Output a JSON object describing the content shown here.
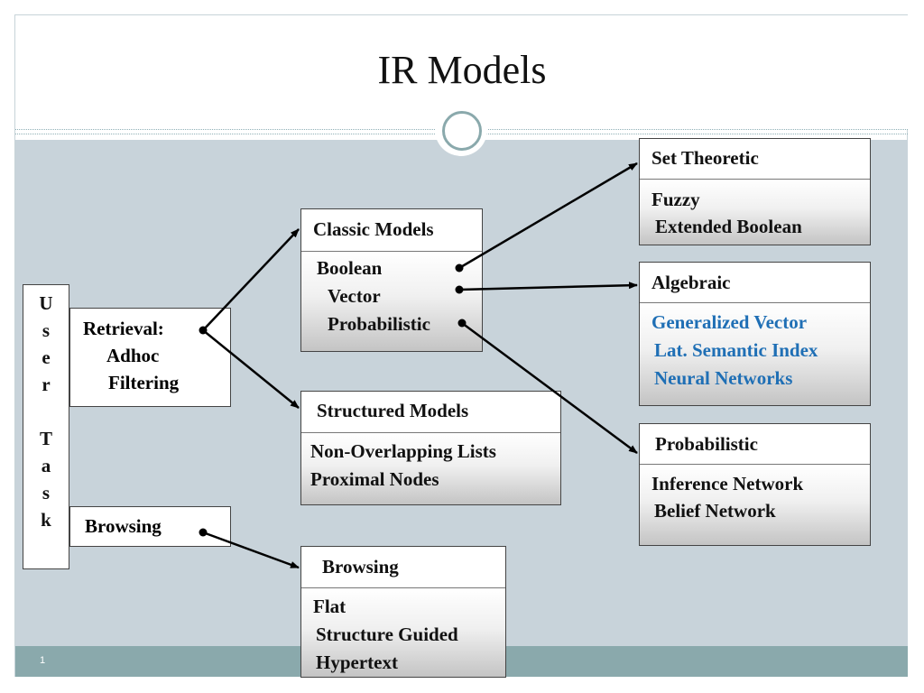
{
  "slide": {
    "title": "IR Models",
    "page_number": "1"
  },
  "user_task": {
    "letters": [
      "U",
      "s",
      "e",
      "r",
      "T",
      "a",
      "s",
      "k"
    ]
  },
  "retrieval": {
    "lines": [
      "Retrieval:",
      "Adhoc",
      "Filtering"
    ]
  },
  "browsing_task": {
    "label": "Browsing"
  },
  "classic_models": {
    "header": "Classic Models",
    "items": [
      "Boolean",
      "Vector",
      "Probabilistic"
    ]
  },
  "structured_models": {
    "header": "Structured Models",
    "items": [
      "Non-Overlapping Lists",
      "Proximal Nodes"
    ]
  },
  "browsing_models": {
    "header": "Browsing",
    "items": [
      "Flat",
      "Structure Guided",
      "Hypertext"
    ]
  },
  "set_theoretic": {
    "header": "Set Theoretic",
    "items": [
      "Fuzzy",
      "Extended Boolean"
    ]
  },
  "algebraic": {
    "header": "Algebraic",
    "items": [
      "Generalized Vector",
      "Lat. Semantic Index",
      "Neural Networks"
    ],
    "item_color": "#1f6fb5"
  },
  "probabilistic": {
    "header": "Probabilistic",
    "items": [
      "Inference Network",
      "Belief Network"
    ]
  },
  "colors": {
    "content_bg": "#c8d3da",
    "footer_bg": "#8aa9ac",
    "accent": "#8aa9ac"
  }
}
